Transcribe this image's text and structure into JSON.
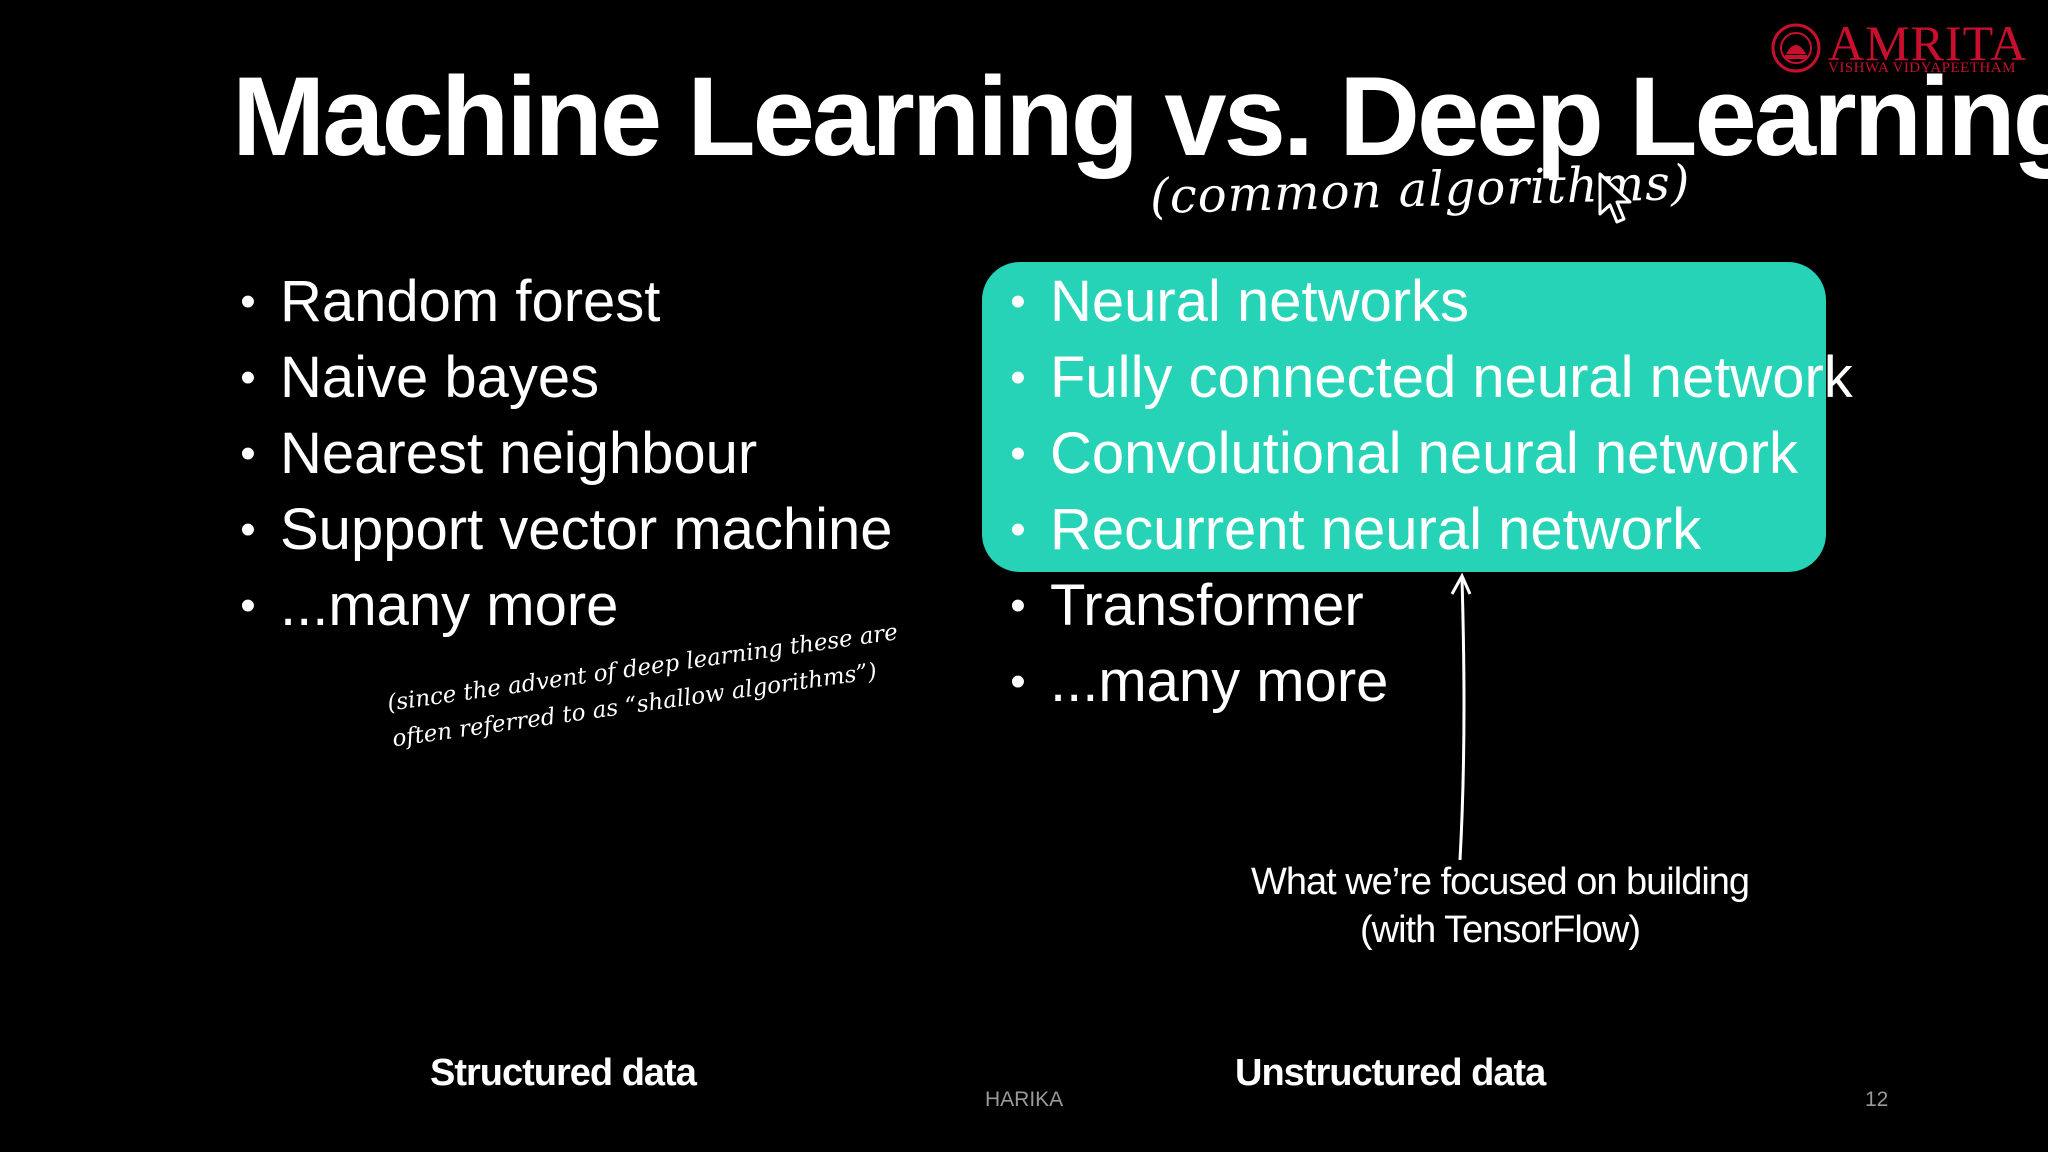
{
  "slide": {
    "title": "Machine Learning vs. Deep Learning",
    "subtitle": "(common algorithms)",
    "logo": {
      "name": "AMRITA",
      "tagline": "VISHWA VIDYAPEETHAM"
    },
    "left_list": {
      "items": [
        "Random forest",
        "Naive bayes",
        "Nearest neighbour",
        "Support vector machine",
        "...many more"
      ]
    },
    "note_lines": [
      "(since the advent of deep learning these are",
      "often referred to as “shallow algorithms”)"
    ],
    "right_list": {
      "items": [
        "Neural networks",
        "Fully connected neural network",
        "Convolutional neural network",
        "Recurrent neural network",
        "Transformer",
        "...many more"
      ]
    },
    "focus_text": {
      "line1": "What we’re focused on building",
      "line2": "(with TensorFlow)"
    },
    "footer": {
      "left_label": "Structured data",
      "right_label": "Unstructured data",
      "author": "HARIKA",
      "page_number": "12"
    },
    "colors": {
      "background": "#000000",
      "highlight": "#27d3b7",
      "logo": "#c8102e"
    }
  }
}
